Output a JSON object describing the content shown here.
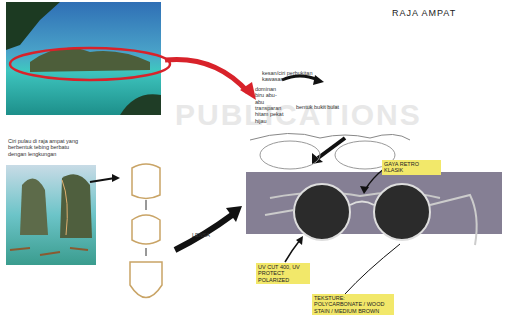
{
  "diagram": {
    "title": "RAJA AMPAT",
    "nodes": [
      {
        "text": [
          "GAYA RETRO KLASIK"
        ]
      },
      {
        "text": [
          "UV CUT 400, UV PROTECT POLARIZED"
        ]
      },
      {
        "text": [
          "TEKSTURE: POLYCARBONATE / WOOD STAIN / MEDIUM BROWN"
        ]
      }
    ],
    "labels": [
      "PUBLICATIONS",
      "kesan/ciri perbukitan kawasan",
      "dominan biru abu-abu transparan hitam pekat hijau",
      "bentuk bukit bulat",
      "Ciri pulau di raja ampat yang berbentuk tebing berbatu dengan lengkungan",
      "LENSA"
    ]
  }
}
